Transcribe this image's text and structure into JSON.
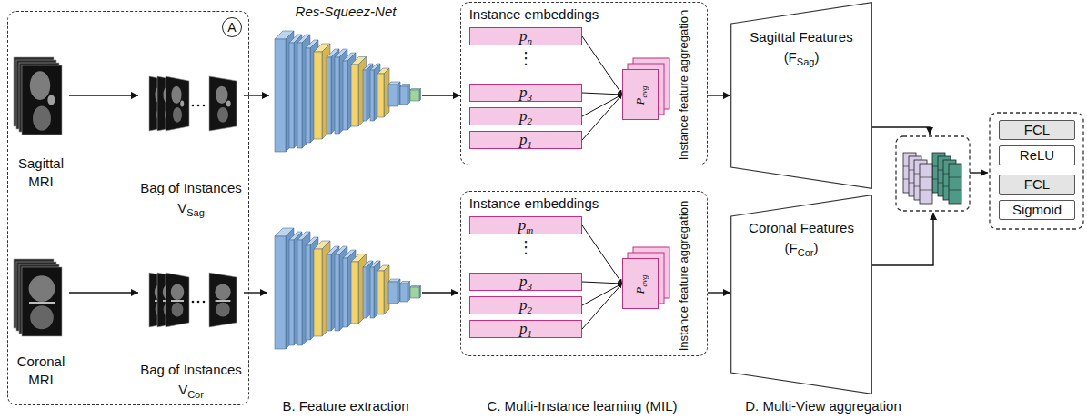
{
  "diagram": {
    "nodes": [
      {
        "text": [
          "A"
        ]
      },
      {
        "text": [
          "Sagittal MRI"
        ],
        "in": 0
      },
      {
        "text": [
          "Bag of Instances",
          "V",
          "Sag"
        ],
        "in": 0
      },
      {
        "text": [
          "Coronal MRI"
        ],
        "in": 0
      },
      {
        "text": [
          "Bag of Instances",
          "V",
          "Cor"
        ],
        "in": 0
      },
      {
        "text": [
          "Res-Squeez-Net"
        ]
      },
      {
        "text": [
          "Instance embeddings",
          "Instance feature aggregation"
        ]
      },
      {
        "text": [
          "p",
          "n"
        ],
        "in": 6
      },
      {
        "text": [
          "p",
          "3"
        ],
        "in": 6
      },
      {
        "text": [
          "p",
          "2"
        ],
        "in": 6
      },
      {
        "text": [
          "p",
          "1"
        ],
        "in": 6
      },
      {
        "text": [
          "P",
          "avg"
        ],
        "in": 6
      },
      {
        "text": [
          "Instance embeddings",
          "Instance feature aggregation"
        ]
      },
      {
        "text": [
          "p",
          "m"
        ],
        "in": 12
      },
      {
        "text": [
          "p",
          "3"
        ],
        "in": 12
      },
      {
        "text": [
          "p",
          "2"
        ],
        "in": 12
      },
      {
        "text": [
          "p",
          "1"
        ],
        "in": 12
      },
      {
        "text": [
          "P",
          "avg"
        ],
        "in": 12
      },
      {
        "text": [
          "Sagittal Features",
          "(F",
          "Sag",
          ")"
        ]
      },
      {
        "text": [
          "Coronal Features",
          "(F",
          "Cor",
          ")"
        ]
      },
      {
        "text": [
          "FCL"
        ]
      },
      {
        "text": [
          "ReLU"
        ]
      },
      {
        "text": [
          "FCL"
        ]
      },
      {
        "text": [
          "Sigmoid"
        ]
      }
    ],
    "edges": [
      {
        "from": 1,
        "to": 2,
        "arrow": "to"
      },
      {
        "from": 3,
        "to": 4,
        "arrow": "to"
      },
      {
        "from": 2,
        "to": 5,
        "arrow": "to"
      },
      {
        "from": 5,
        "to": 6,
        "arrow": "to"
      },
      {
        "from": 7,
        "to": 11,
        "arrow": "to"
      },
      {
        "from": 8,
        "to": 11,
        "arrow": "to"
      },
      {
        "from": 9,
        "to": 11,
        "arrow": "to"
      },
      {
        "from": 10,
        "to": 11,
        "arrow": "to"
      },
      {
        "from": 13,
        "to": 17,
        "arrow": "to"
      },
      {
        "from": 14,
        "to": 17,
        "arrow": "to"
      },
      {
        "from": 15,
        "to": 17,
        "arrow": "to"
      },
      {
        "from": 16,
        "to": 17,
        "arrow": "to"
      },
      {
        "from": 6,
        "to": 18,
        "arrow": "to"
      },
      {
        "from": 12,
        "to": 19,
        "arrow": "to"
      }
    ],
    "labels": [
      "⋮",
      "⋮",
      "B. Feature extraction",
      "C. Multi-Instance learning (MIL)",
      "D. Multi-View aggregation"
    ]
  }
}
